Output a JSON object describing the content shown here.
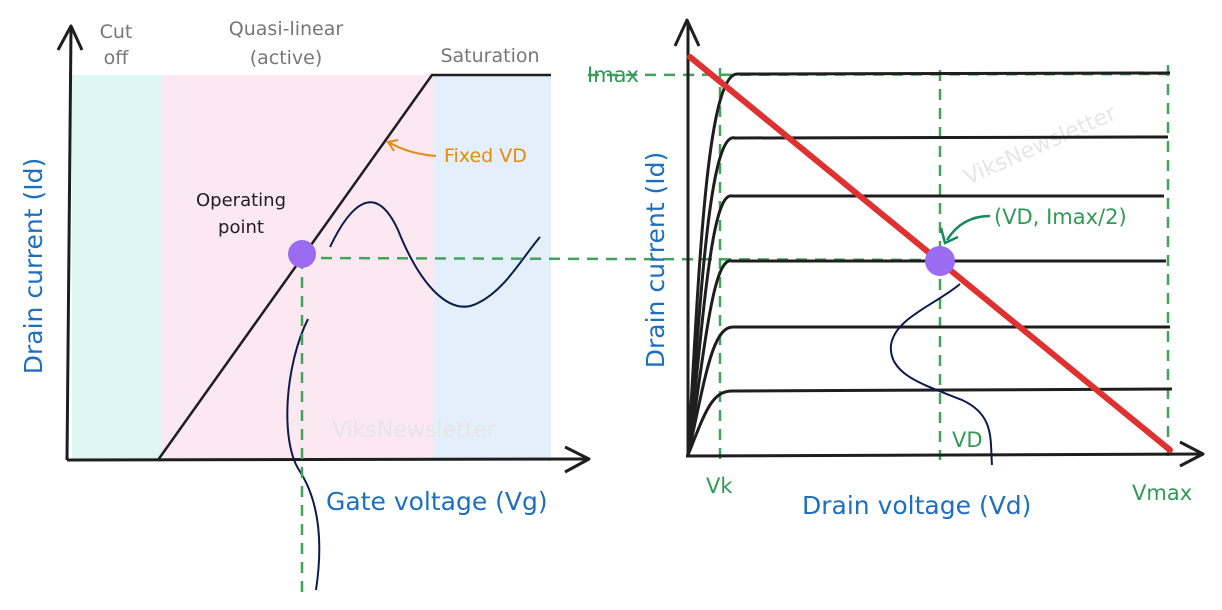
{
  "left_plot": {
    "regions": {
      "cutoff": {
        "line1": "Cut",
        "line2": "off",
        "color": "#dff7f1"
      },
      "active": {
        "line1": "Quasi-linear",
        "line2": "(active)",
        "color": "#fbe8f0"
      },
      "saturation": {
        "label": "Saturation",
        "color": "#e3effb"
      }
    },
    "ylabel": "Drain current (Id)",
    "xlabel": "Gate voltage (Vg)",
    "annotation": "Fixed VD",
    "operating_point": {
      "line1": "Operating",
      "line2": "point"
    },
    "watermark": "ViksNewsletter"
  },
  "right_plot": {
    "ylabel": "Drain current (Id)",
    "xlabel": "Drain voltage (Vd)",
    "imax_label": "Imax",
    "vk_label": "Vk",
    "vmax_label": "Vmax",
    "vd_label": "VD",
    "point_label": "(VD, Imax/2)",
    "watermark": "ViksNewsletter"
  },
  "colors": {
    "point": "#9b6bf2",
    "load_line": "#e03131",
    "guide": "#40a45a",
    "axis": "#1e1e1e",
    "signal": "#0c1a4d"
  }
}
